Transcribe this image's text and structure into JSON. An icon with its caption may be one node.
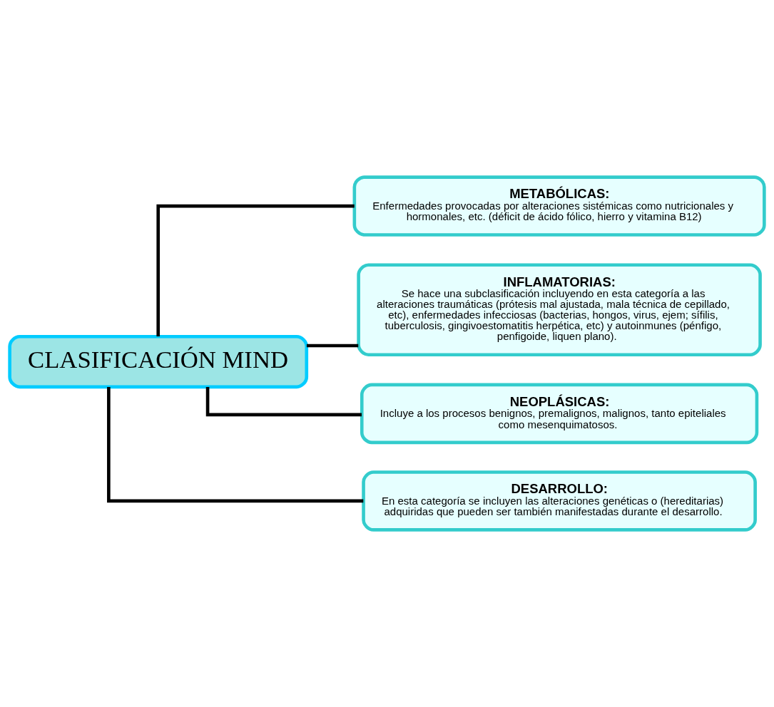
{
  "diagram": {
    "nodes": [
      {
        "text": [
          "CLASIFICACIÓN MIND"
        ]
      },
      {
        "text": [
          "METABÓLICAS:",
          "Enfermedades provocadas por alteraciones sistémicas como nutricionales y hormonales, etc. (déficit de ácido fólico, hierro y vitamina B12)"
        ]
      },
      {
        "text": [
          "INFLAMATORIAS:",
          "Se hace una subclasificación incluyendo en esta categoría a las alteraciones traumáticas (prótesis mal ajustada, mala técnica de cepillado, etc), enfermedades infecciosas (bacterias, hongos, virus, ejem; sífilis, tuberculosis, gingivoestomatitis herpética, etc) y autoinmunes (pénfigo, penfigoide, liquen plano)."
        ]
      },
      {
        "text": [
          "NEOPLÁSICAS:",
          "Incluye a los procesos benignos, premalignos, malignos, tanto epiteliales como mesenquimatosos."
        ]
      },
      {
        "text": [
          "DESARROLLO:",
          "En esta categoría se incluyen las alteraciones genéticas o (hereditarias) adquiridas que pueden ser también manifestadas durante el desarrollo."
        ]
      }
    ],
    "edges": [
      {
        "from": 0,
        "to": 1,
        "arrow": "none"
      },
      {
        "from": 0,
        "to": 2,
        "arrow": "none"
      },
      {
        "from": 0,
        "to": 3,
        "arrow": "none"
      },
      {
        "from": 0,
        "to": 4,
        "arrow": "none"
      }
    ]
  }
}
